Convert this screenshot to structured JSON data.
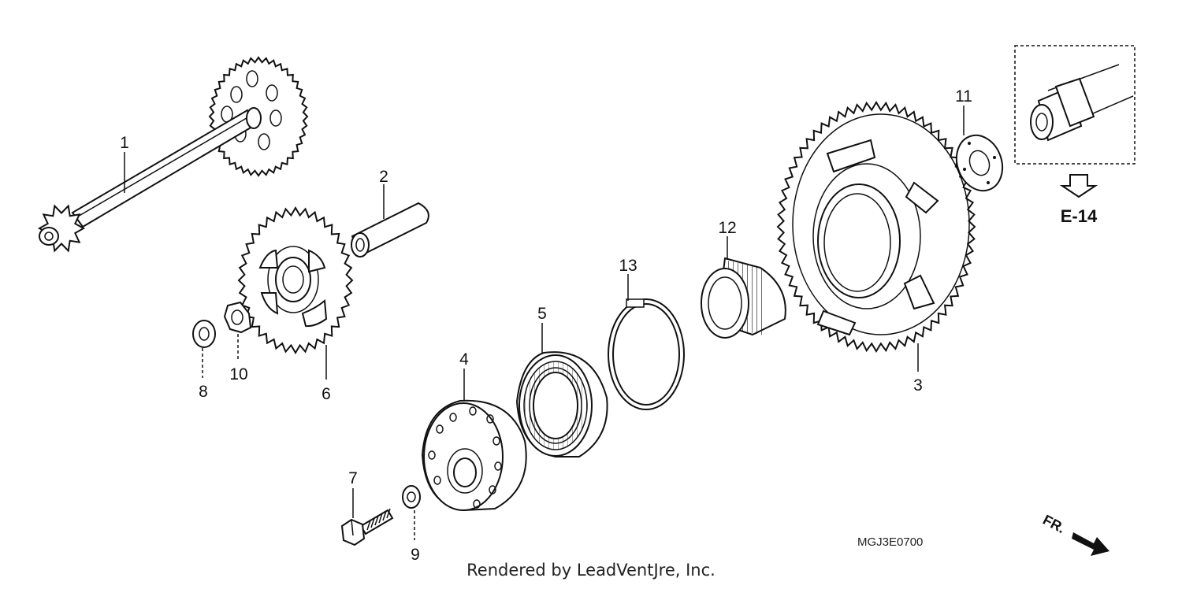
{
  "callouts": {
    "c1": "1",
    "c2": "2",
    "c3": "3",
    "c4": "4",
    "c5": "5",
    "c6": "6",
    "c7": "7",
    "c8": "8",
    "c9": "9",
    "c10": "10",
    "c11": "11",
    "c12": "12",
    "c13": "13"
  },
  "reference": "E-14",
  "diagram_code": "MGJ3E0700",
  "front_indicator": "FR.",
  "credit": "Rendered by LeadVentJre, Inc."
}
